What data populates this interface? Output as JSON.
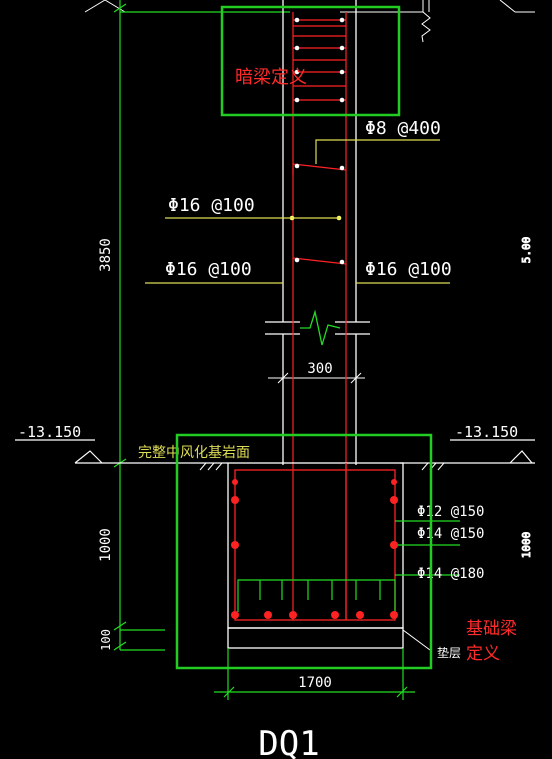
{
  "drawing": {
    "title": "DQ1",
    "annotations": {
      "hidden_beam": "暗梁定义",
      "foundation_beam_line1": "基础梁",
      "foundation_beam_line2": "定义"
    },
    "rebar_labels": {
      "stirrup_top": "Φ8 @400",
      "left_upper": "Φ16 @100",
      "left_lower": "Φ16 @100",
      "right_lower": "Φ16 @100",
      "found_1": "Φ12 @150",
      "found_2": "Φ14 @150",
      "found_3": "Φ14 @180"
    },
    "dimensions": {
      "height_upper": "3850",
      "wall_width": "300",
      "height_found": "1000",
      "height_pad": "100",
      "found_width": "1700",
      "elevation_left": "-13.150",
      "elevation_right": "-13.150"
    },
    "rock_note": "完整中风化基岩面",
    "pad_note": "垫层",
    "colors": {
      "background": "#000000",
      "wall": "#ffffff",
      "rebar": "#ff2222",
      "dimension": "#22dd22",
      "leader": "#dddd55",
      "annotation": "#ff2a2a"
    }
  }
}
